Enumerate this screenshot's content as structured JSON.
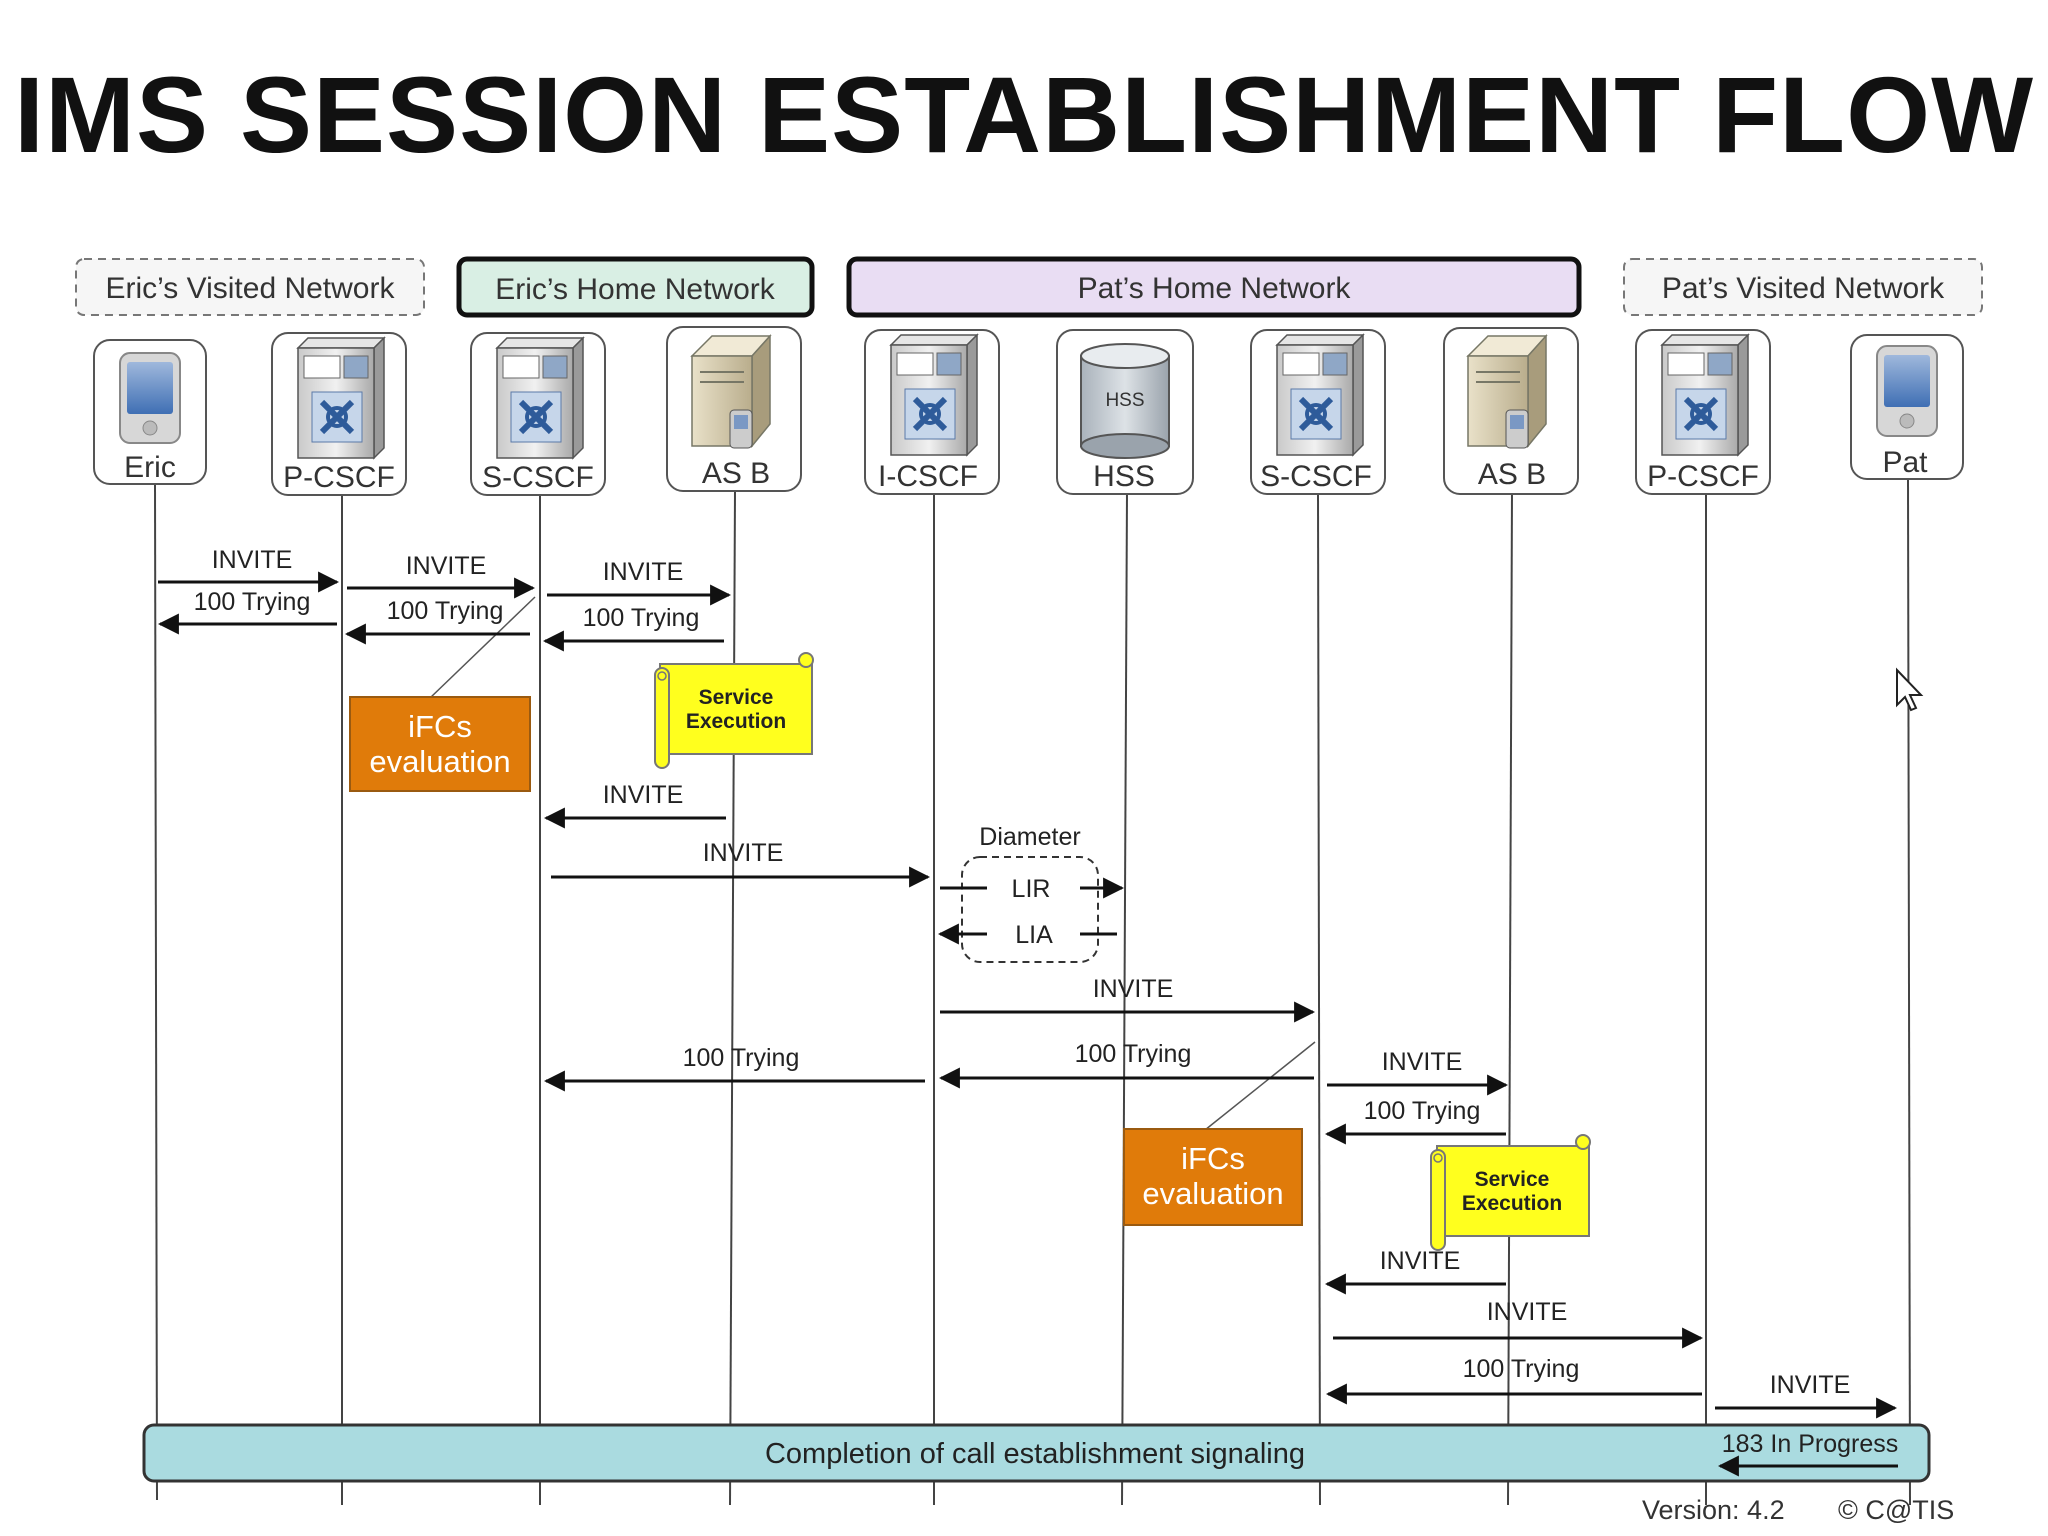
{
  "title": "IMS SESSION ESTABLISHMENT FLOW",
  "networks": {
    "eric_visited": "Eric’s Visited Network",
    "eric_home": "Eric’s Home Network",
    "pat_home": "Pat’s Home Network",
    "pat_visited": "Pat’s Visited Network"
  },
  "entities": [
    {
      "key": "eric",
      "label": "Eric",
      "icon": "pda-icon"
    },
    {
      "key": "pcscf1",
      "label": "P-CSCF",
      "icon": "server-icon"
    },
    {
      "key": "scscf1",
      "label": "S-CSCF",
      "icon": "server-icon"
    },
    {
      "key": "asb1",
      "label": "AS B",
      "icon": "app-server-icon"
    },
    {
      "key": "icscf",
      "label": "I-CSCF",
      "icon": "server-icon"
    },
    {
      "key": "hss",
      "label": "HSS",
      "icon": "database-icon",
      "icon_text": "HSS"
    },
    {
      "key": "scscf2",
      "label": "S-CSCF",
      "icon": "server-icon"
    },
    {
      "key": "asb2",
      "label": "AS B",
      "icon": "app-server-icon"
    },
    {
      "key": "pcscf2",
      "label": "P-CSCF",
      "icon": "server-icon"
    },
    {
      "key": "pat",
      "label": "Pat",
      "icon": "pda-icon"
    }
  ],
  "messages": [
    {
      "label": "INVITE",
      "from": "eric",
      "to": "pcscf1"
    },
    {
      "label": "100 Trying",
      "from": "pcscf1",
      "to": "eric"
    },
    {
      "label": "INVITE",
      "from": "pcscf1",
      "to": "scscf1"
    },
    {
      "label": "100 Trying",
      "from": "scscf1",
      "to": "pcscf1"
    },
    {
      "label": "INVITE",
      "from": "scscf1",
      "to": "asb1"
    },
    {
      "label": "100 Trying",
      "from": "asb1",
      "to": "scscf1"
    },
    {
      "label": "INVITE",
      "from": "asb1",
      "to": "scscf1"
    },
    {
      "label": "INVITE",
      "from": "scscf1",
      "to": "icscf"
    },
    {
      "label": "LIR",
      "from": "icscf",
      "to": "hss"
    },
    {
      "label": "LIA",
      "from": "hss",
      "to": "icscf"
    },
    {
      "label": "INVITE",
      "from": "icscf",
      "to": "scscf2"
    },
    {
      "label": "100 Trying",
      "from": "scscf2",
      "to": "icscf"
    },
    {
      "label": "100 Trying",
      "from": "icscf",
      "to": "scscf1"
    },
    {
      "label": "INVITE",
      "from": "scscf2",
      "to": "asb2"
    },
    {
      "label": "100 Trying",
      "from": "asb2",
      "to": "scscf2"
    },
    {
      "label": "INVITE",
      "from": "asb2",
      "to": "scscf2"
    },
    {
      "label": "INVITE",
      "from": "scscf2",
      "to": "pcscf2"
    },
    {
      "label": "100 Trying",
      "from": "pcscf2",
      "to": "scscf2"
    },
    {
      "label": "INVITE",
      "from": "pcscf2",
      "to": "pat"
    },
    {
      "label": "183 In Progress",
      "from": "pat",
      "to": "pcscf2"
    }
  ],
  "annotations": {
    "ifcs_1": "iFCs evaluation",
    "ifcs_2": "iFCs evaluation",
    "service_1": "Service Execution",
    "service_2": "Service Execution",
    "diameter": "Diameter"
  },
  "banner": "Completion of call establishment signaling",
  "footer": {
    "version": "Version: 4.2",
    "copyright": "© C@TIS"
  },
  "colors": {
    "eric_home_fill": "#d9efe4",
    "pat_home_fill": "#e9ddf3",
    "visited_fill": "#f6f6f6",
    "ifcs_fill": "#e07b0a",
    "service_fill": "#ffff1e",
    "banner_fill": "#aadbe0"
  }
}
